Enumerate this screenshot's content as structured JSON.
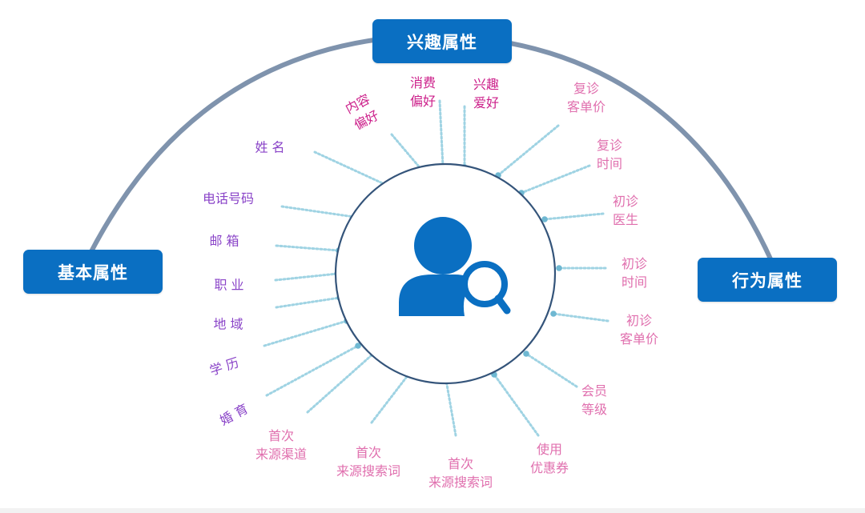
{
  "categories": {
    "basic": "基本属性",
    "interest": "兴趣属性",
    "behavior": "行为属性"
  },
  "labels": {
    "name": "姓 名",
    "phone": "电话号码",
    "email": "邮 箱",
    "job": "职 业",
    "region": "地 域",
    "education": "学 历",
    "marriage": "婚 育",
    "first_channel": "首次\n来源渠道",
    "first_search_1": "首次\n来源搜索词",
    "first_search_2": "首次\n来源搜索词",
    "coupon": "使用\n优惠券",
    "member_level": "会员\n等级",
    "first_visit_price": "初诊\n客单价",
    "first_visit_time": "初诊\n时间",
    "first_visit_doctor": "初诊\n医生",
    "revisit_time": "复诊\n时间",
    "revisit_price": "复诊\n客单价",
    "hobby": "兴趣\n爱好",
    "consumption": "消费\n偏好",
    "content": "内容\n偏好"
  },
  "colors": {
    "arc": "#7f93ad",
    "box": "#0a6fc2",
    "circle": "#34547a",
    "icon": "#0a6fc2",
    "dots": "#9fd3e3",
    "basic_text": "#8a44c8",
    "interest_text": "#cc1f8a",
    "behavior_text": "#e06fae"
  },
  "icons": {
    "center": "user-search-icon"
  }
}
